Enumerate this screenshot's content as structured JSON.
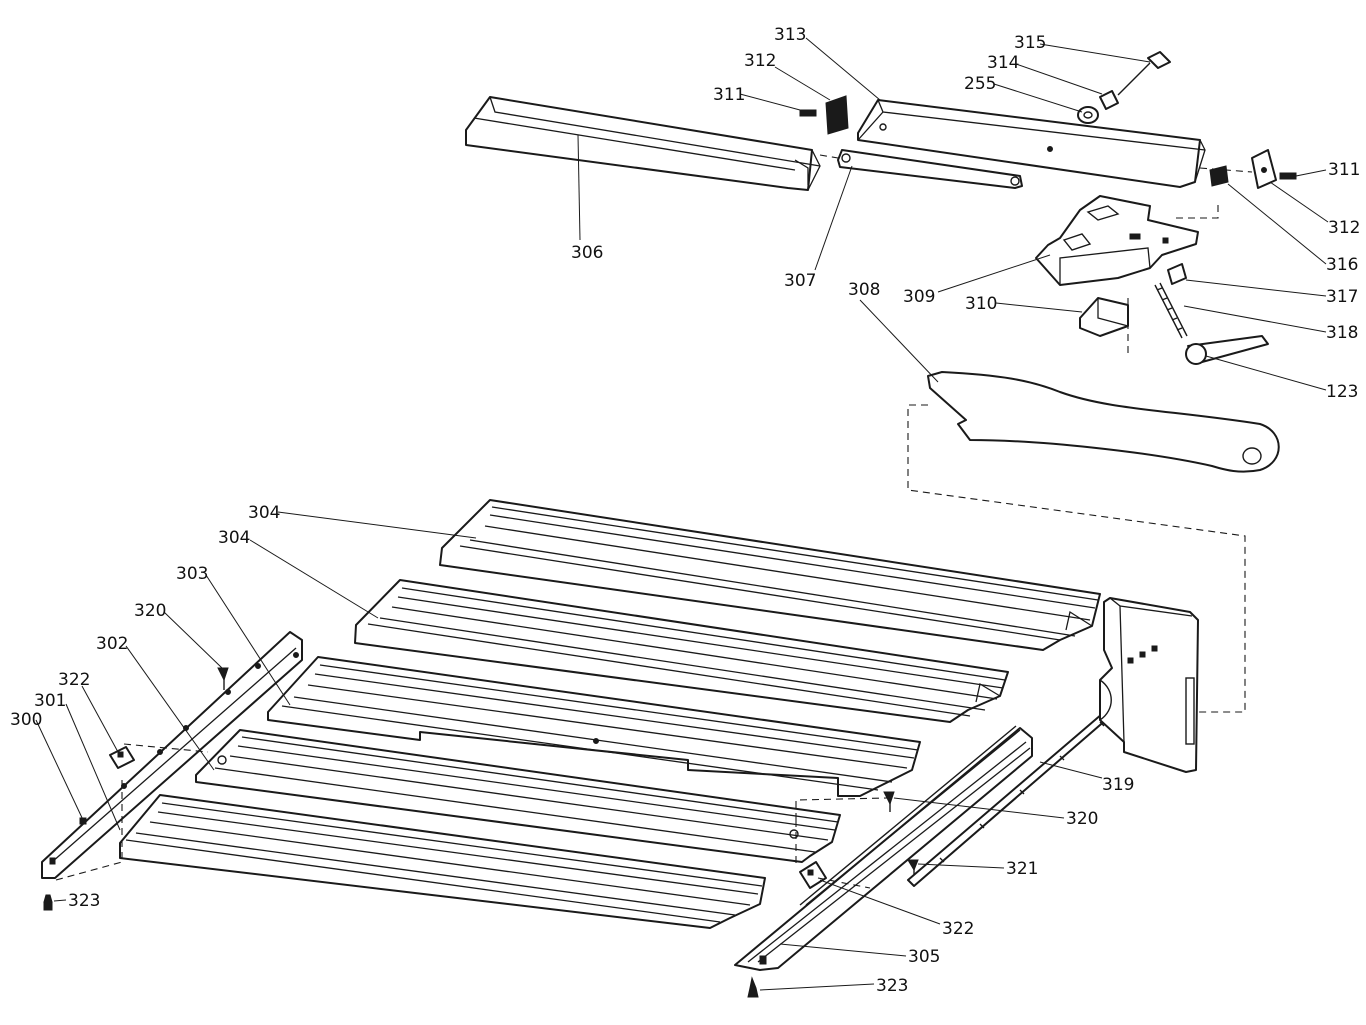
{
  "labels": {
    "l306": "306",
    "l307": "307",
    "l308": "308",
    "l309": "309",
    "l310": "310",
    "l311a": "311",
    "l311b": "311",
    "l312a": "312",
    "l312b": "312",
    "l313": "313",
    "l314": "314",
    "l315": "315",
    "l255": "255",
    "l316": "316",
    "l317": "317",
    "l318": "318",
    "l123": "123",
    "l304a": "304",
    "l304b": "304",
    "l303": "303",
    "l302": "302",
    "l301": "301",
    "l300": "300",
    "l320a": "320",
    "l320b": "320",
    "l322a": "322",
    "l322b": "322",
    "l323a": "323",
    "l323b": "323",
    "l319": "319",
    "l321": "321",
    "l305": "305"
  }
}
